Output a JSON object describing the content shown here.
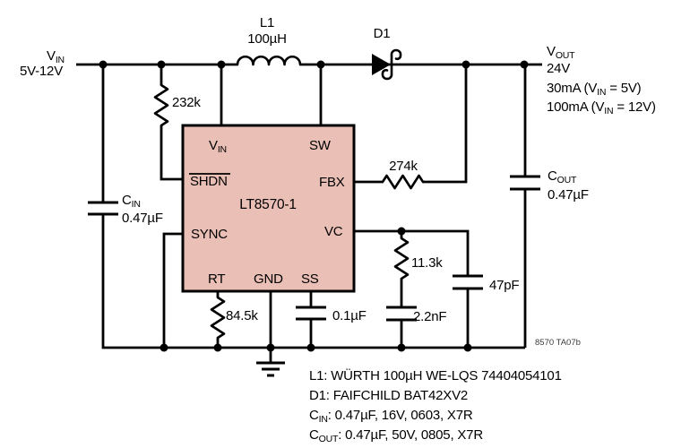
{
  "schematic": {
    "doc_id": "8570 TA07b"
  },
  "input": {
    "label_main": "V",
    "label_sub": "IN",
    "range": "5V-12V"
  },
  "output": {
    "label_main": "V",
    "label_sub": "OUT",
    "voltage": "24V",
    "spec1_pre": "30mA (V",
    "spec1_sub": "IN",
    "spec1_post": " = 5V)",
    "spec2_pre": "100mA (V",
    "spec2_sub": "IN",
    "spec2_post": " = 12V)"
  },
  "components": {
    "l1": {
      "ref": "L1",
      "value": "100µH"
    },
    "d1": {
      "ref": "D1"
    },
    "r_shdn": "232k",
    "r_fb": "274k",
    "r_vc": "11.3k",
    "r_rt": "84.5k",
    "c_in": {
      "label_main": "C",
      "label_sub": "IN",
      "value": "0.47µF"
    },
    "c_out": {
      "label_main": "C",
      "label_sub": "OUT",
      "value": "0.47µF"
    },
    "c_vc": "2.2nF",
    "c_phase": "47pF",
    "c_ss": "0.1µF"
  },
  "ic": {
    "name": "LT8570-1",
    "fill": "#eabfb6",
    "pins": {
      "vin_main": "V",
      "vin_sub": "IN",
      "sw": "SW",
      "shdn": "SHDN",
      "fbx": "FBX",
      "sync": "SYNC",
      "vc": "VC",
      "rt": "RT",
      "gnd": "GND",
      "ss": "SS"
    }
  },
  "notes": [
    {
      "pre": "L1: WÜRTH 100µH WE-LQS 74404054101",
      "sub": "",
      "post": ""
    },
    {
      "pre": "D1: FAIFCHILD BAT42XV2",
      "sub": "",
      "post": ""
    },
    {
      "pre": "C",
      "sub": "IN",
      "post": ": 0.47µF, 16V, 0603, X7R"
    },
    {
      "pre": "C",
      "sub": "OUT",
      "post": ": 0.47µF, 50V, 0805, X7R"
    }
  ]
}
